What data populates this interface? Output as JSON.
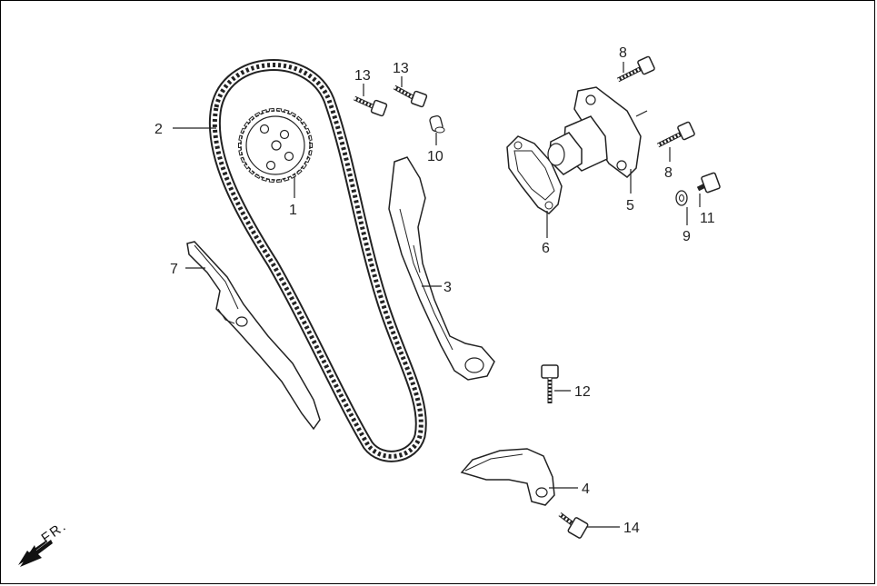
{
  "callouts": {
    "c1": "1",
    "c2": "2",
    "c3": "3",
    "c4": "4",
    "c5": "5",
    "c6": "6",
    "c7": "7",
    "c8a": "8",
    "c8b": "8",
    "c9": "9",
    "c10": "10",
    "c11": "11",
    "c12": "12",
    "c13a": "13",
    "c13b": "13",
    "c14": "14"
  },
  "direction_label": "FR.",
  "colors": {
    "line": "#222222",
    "part_fill": "#ffffff",
    "shade": "#bfbfbf"
  }
}
